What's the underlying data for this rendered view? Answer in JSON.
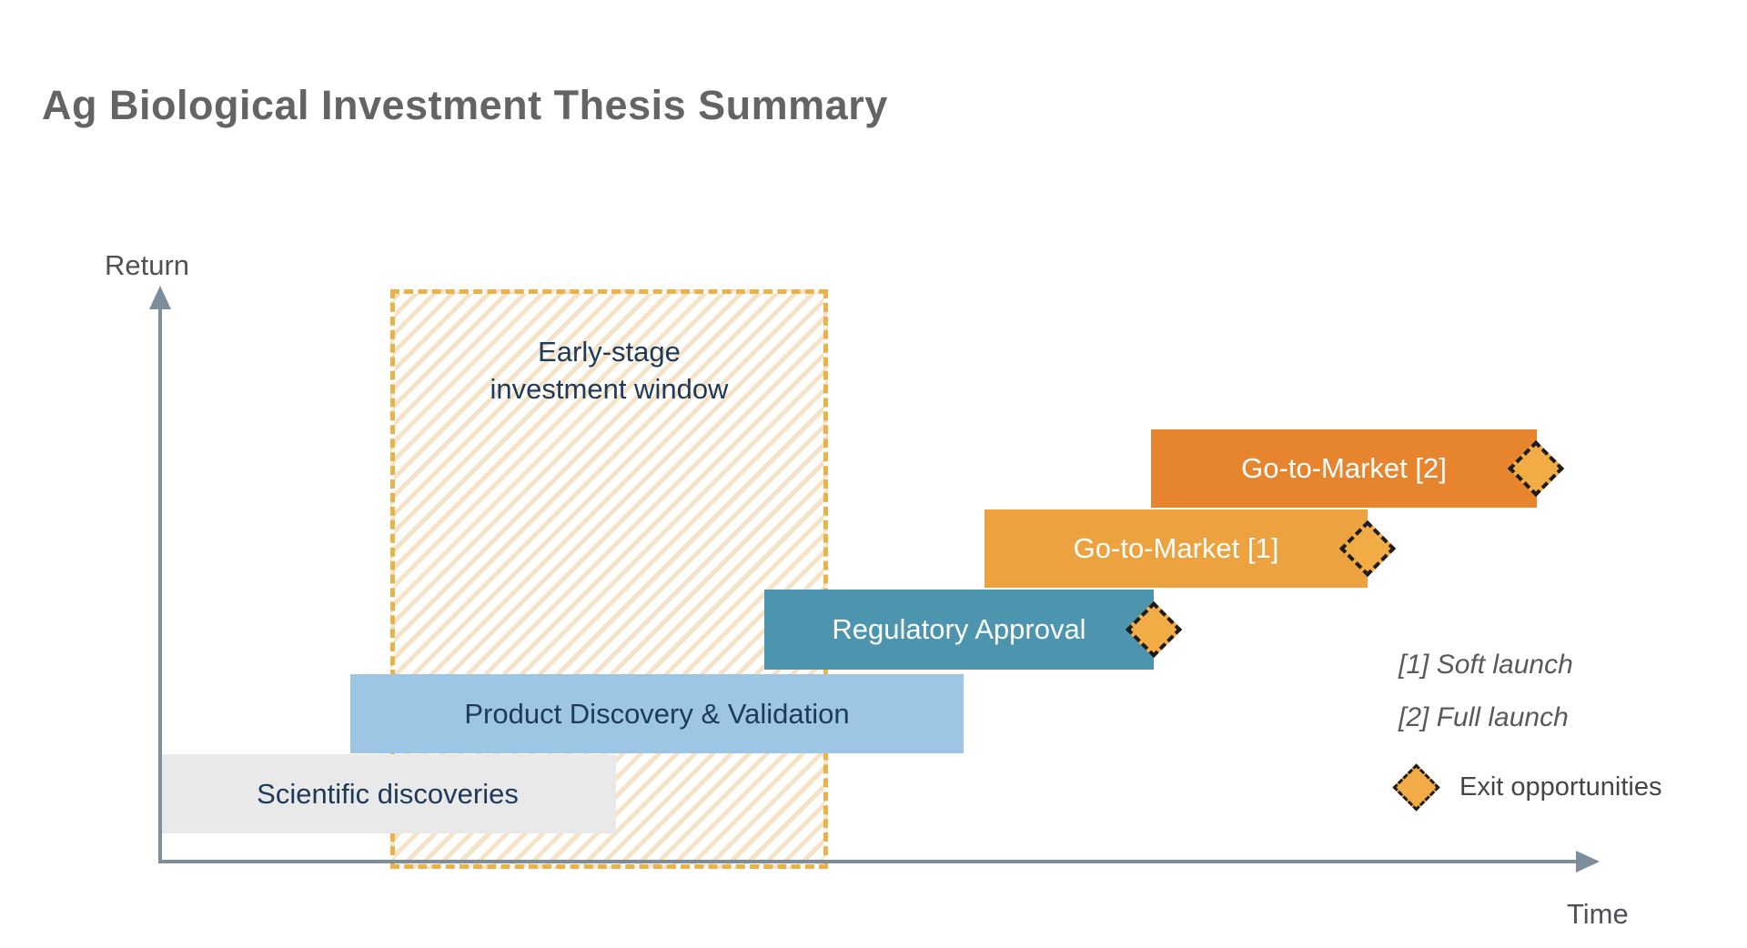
{
  "title": "Ag Biological Investment Thesis Summary",
  "axes": {
    "y_label": "Return",
    "x_label": "Time"
  },
  "window": {
    "line1": "Early-stage",
    "line2": "investment window"
  },
  "stages": [
    {
      "label": "Scientific discoveries",
      "color": "#e9e9e9",
      "text_color": "#1e3a5a",
      "has_exit_marker": false
    },
    {
      "label": "Product Discovery & Validation",
      "color": "#9cc6e3",
      "text_color": "#1e3a5a",
      "has_exit_marker": false
    },
    {
      "label": "Regulatory Approval",
      "color": "#4d94ae",
      "text_color": "#ffffff",
      "has_exit_marker": true
    },
    {
      "label": "Go-to-Market [1]",
      "color": "#eca33f",
      "text_color": "#ffffff",
      "has_exit_marker": true
    },
    {
      "label": "Go-to-Market [2]",
      "color": "#e7852e",
      "text_color": "#ffffff",
      "has_exit_marker": true
    }
  ],
  "legend": {
    "notes": [
      {
        "label": "[1] Soft launch"
      },
      {
        "label": "[2] Full launch"
      }
    ],
    "exit_label": "Exit opportunities"
  },
  "colors": {
    "axis": "#7d8d99",
    "title_text": "#646464",
    "navy_text": "#1e3a5a",
    "window_border": "#ecb24a",
    "window_hatch": "#f5e3c7",
    "diamond_fill": "#f2ac45",
    "diamond_border": "#1c1c1c"
  }
}
